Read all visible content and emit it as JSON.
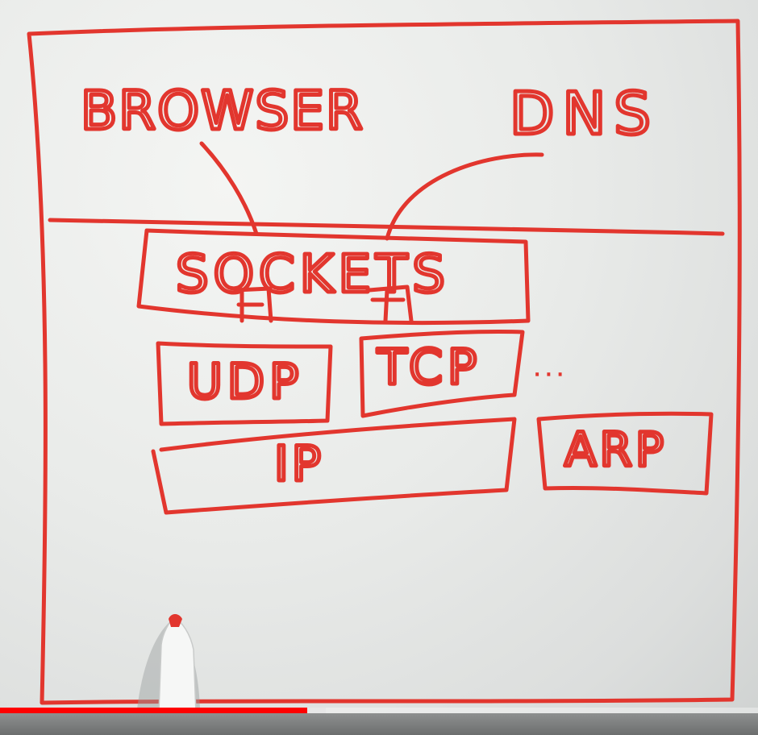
{
  "diagram": {
    "labels": {
      "browser": "BROWSER",
      "dns": "DNS",
      "sockets": "SOCKETS",
      "udp": "UDP",
      "tcp": "TCP",
      "ip": "IP",
      "arp": "ARP",
      "ellipsis": "..."
    },
    "ink_color": "#e2362e",
    "board_color": "#eceeec"
  },
  "video": {
    "progress_played_fraction": 0.405,
    "progress_buffered_fraction": 0.43,
    "progress_color": "#ff0000"
  }
}
